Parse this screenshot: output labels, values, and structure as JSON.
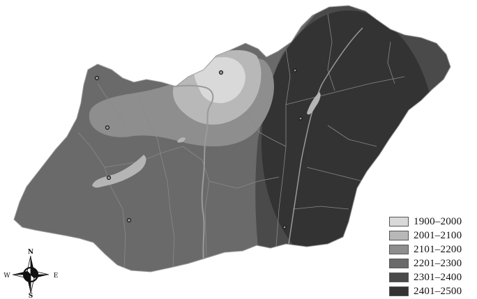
{
  "map": {
    "legend": [
      {
        "label": "1900–2000",
        "color": "#d9d9d9"
      },
      {
        "label": "2001–2100",
        "color": "#b8b8b8"
      },
      {
        "label": "2101–2200",
        "color": "#8e8e8e"
      },
      {
        "label": "2201–2300",
        "color": "#6a6a6a"
      },
      {
        "label": "2301–2400",
        "color": "#4a4a4a"
      },
      {
        "label": "2401–2500",
        "color": "#333333"
      }
    ],
    "compass": {
      "n": "N",
      "s": "S",
      "e": "E",
      "w": "W"
    },
    "colors": {
      "background": "#ffffff",
      "border_line": "#8a8a8a",
      "river": "#9a9a9a",
      "lake": "#b5b5b5",
      "city_marker": "#1a1a1a"
    }
  }
}
